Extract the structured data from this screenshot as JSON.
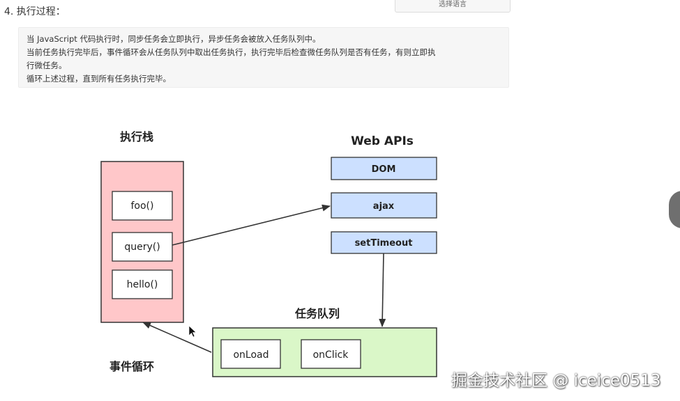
{
  "heading": "4. 执行过程：",
  "lang_button": "选择语言",
  "description": {
    "line1": "当 JavaScript 代码执行时，同步任务会立即执行，异步任务会被放入任务队列中。",
    "line2": "当前任务执行完毕后，事件循环会从任务队列中取出任务执行，执行完毕后检查微任务队列是否有任务，有则立即执",
    "line3": "行微任务。",
    "line4": "循环上述过程，直到所有任务执行完毕。"
  },
  "diagram": {
    "call_stack": {
      "title": "执行栈",
      "items": [
        "foo()",
        "query()",
        "hello()"
      ]
    },
    "web_apis": {
      "title": "Web APIs",
      "items": [
        "DOM",
        "ajax",
        "setTimeout"
      ]
    },
    "task_queue": {
      "title": "任务队列",
      "items": [
        "onLoad",
        "onClick"
      ]
    },
    "event_loop": {
      "title": "事件循环"
    },
    "colors": {
      "stack_fill": "#ffc7c9",
      "api_fill": "#cce0ff",
      "queue_fill": "#daf7c8",
      "stroke": "#333333"
    }
  },
  "watermark": "掘金技术社区 @ iceice0513"
}
